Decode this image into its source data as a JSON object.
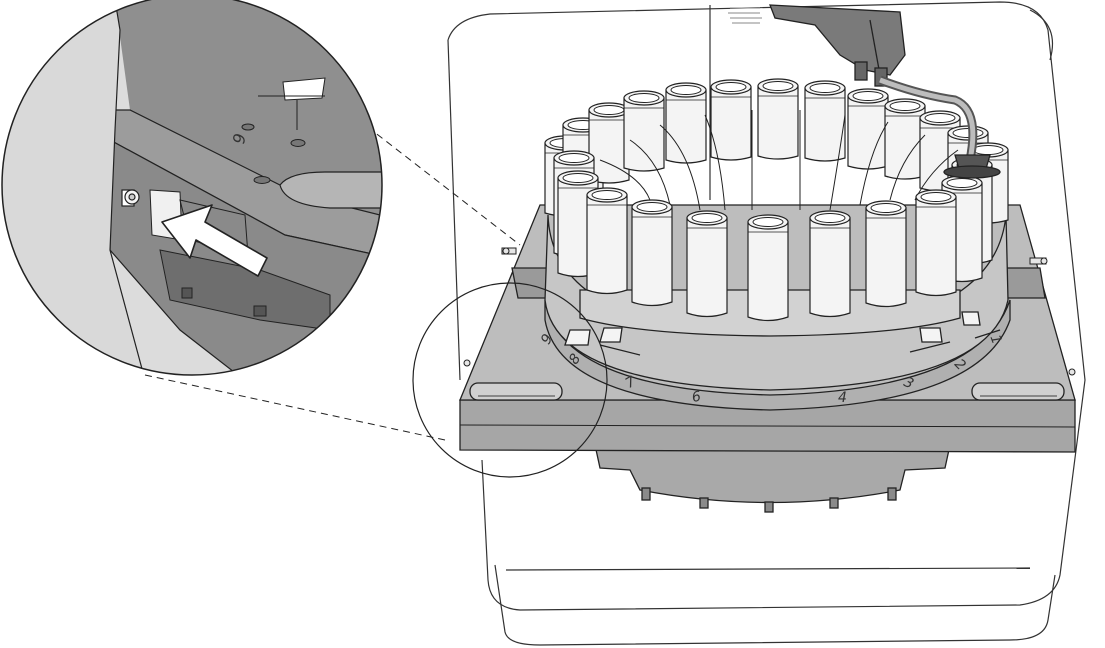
{
  "figure": {
    "kind": "technical-illustration",
    "subject": "sample carousel with bottles on tray, with magnified inset",
    "rack_position_labels": [
      "9",
      "8",
      "7",
      "6",
      "4",
      "3",
      "2",
      "1"
    ],
    "inset_magnified_label": "9"
  },
  "colors": {
    "outline": "#222222",
    "tray_gray": "#b3b3b3",
    "tray_top": "#c2c2c2",
    "tray_front": "#a6a6a6",
    "bottle_fill": "#f4f4f4",
    "inset_dark": "#8c8c8c",
    "inset_light": "#d9d9d9",
    "arm_gray": "#7a7a7a",
    "background": "#ffffff"
  },
  "icons": {
    "direction_arrow": "arrow-left-up-icon",
    "thumb_screw": "thumbscrew-icon",
    "handle": "tray-handle-icon"
  }
}
